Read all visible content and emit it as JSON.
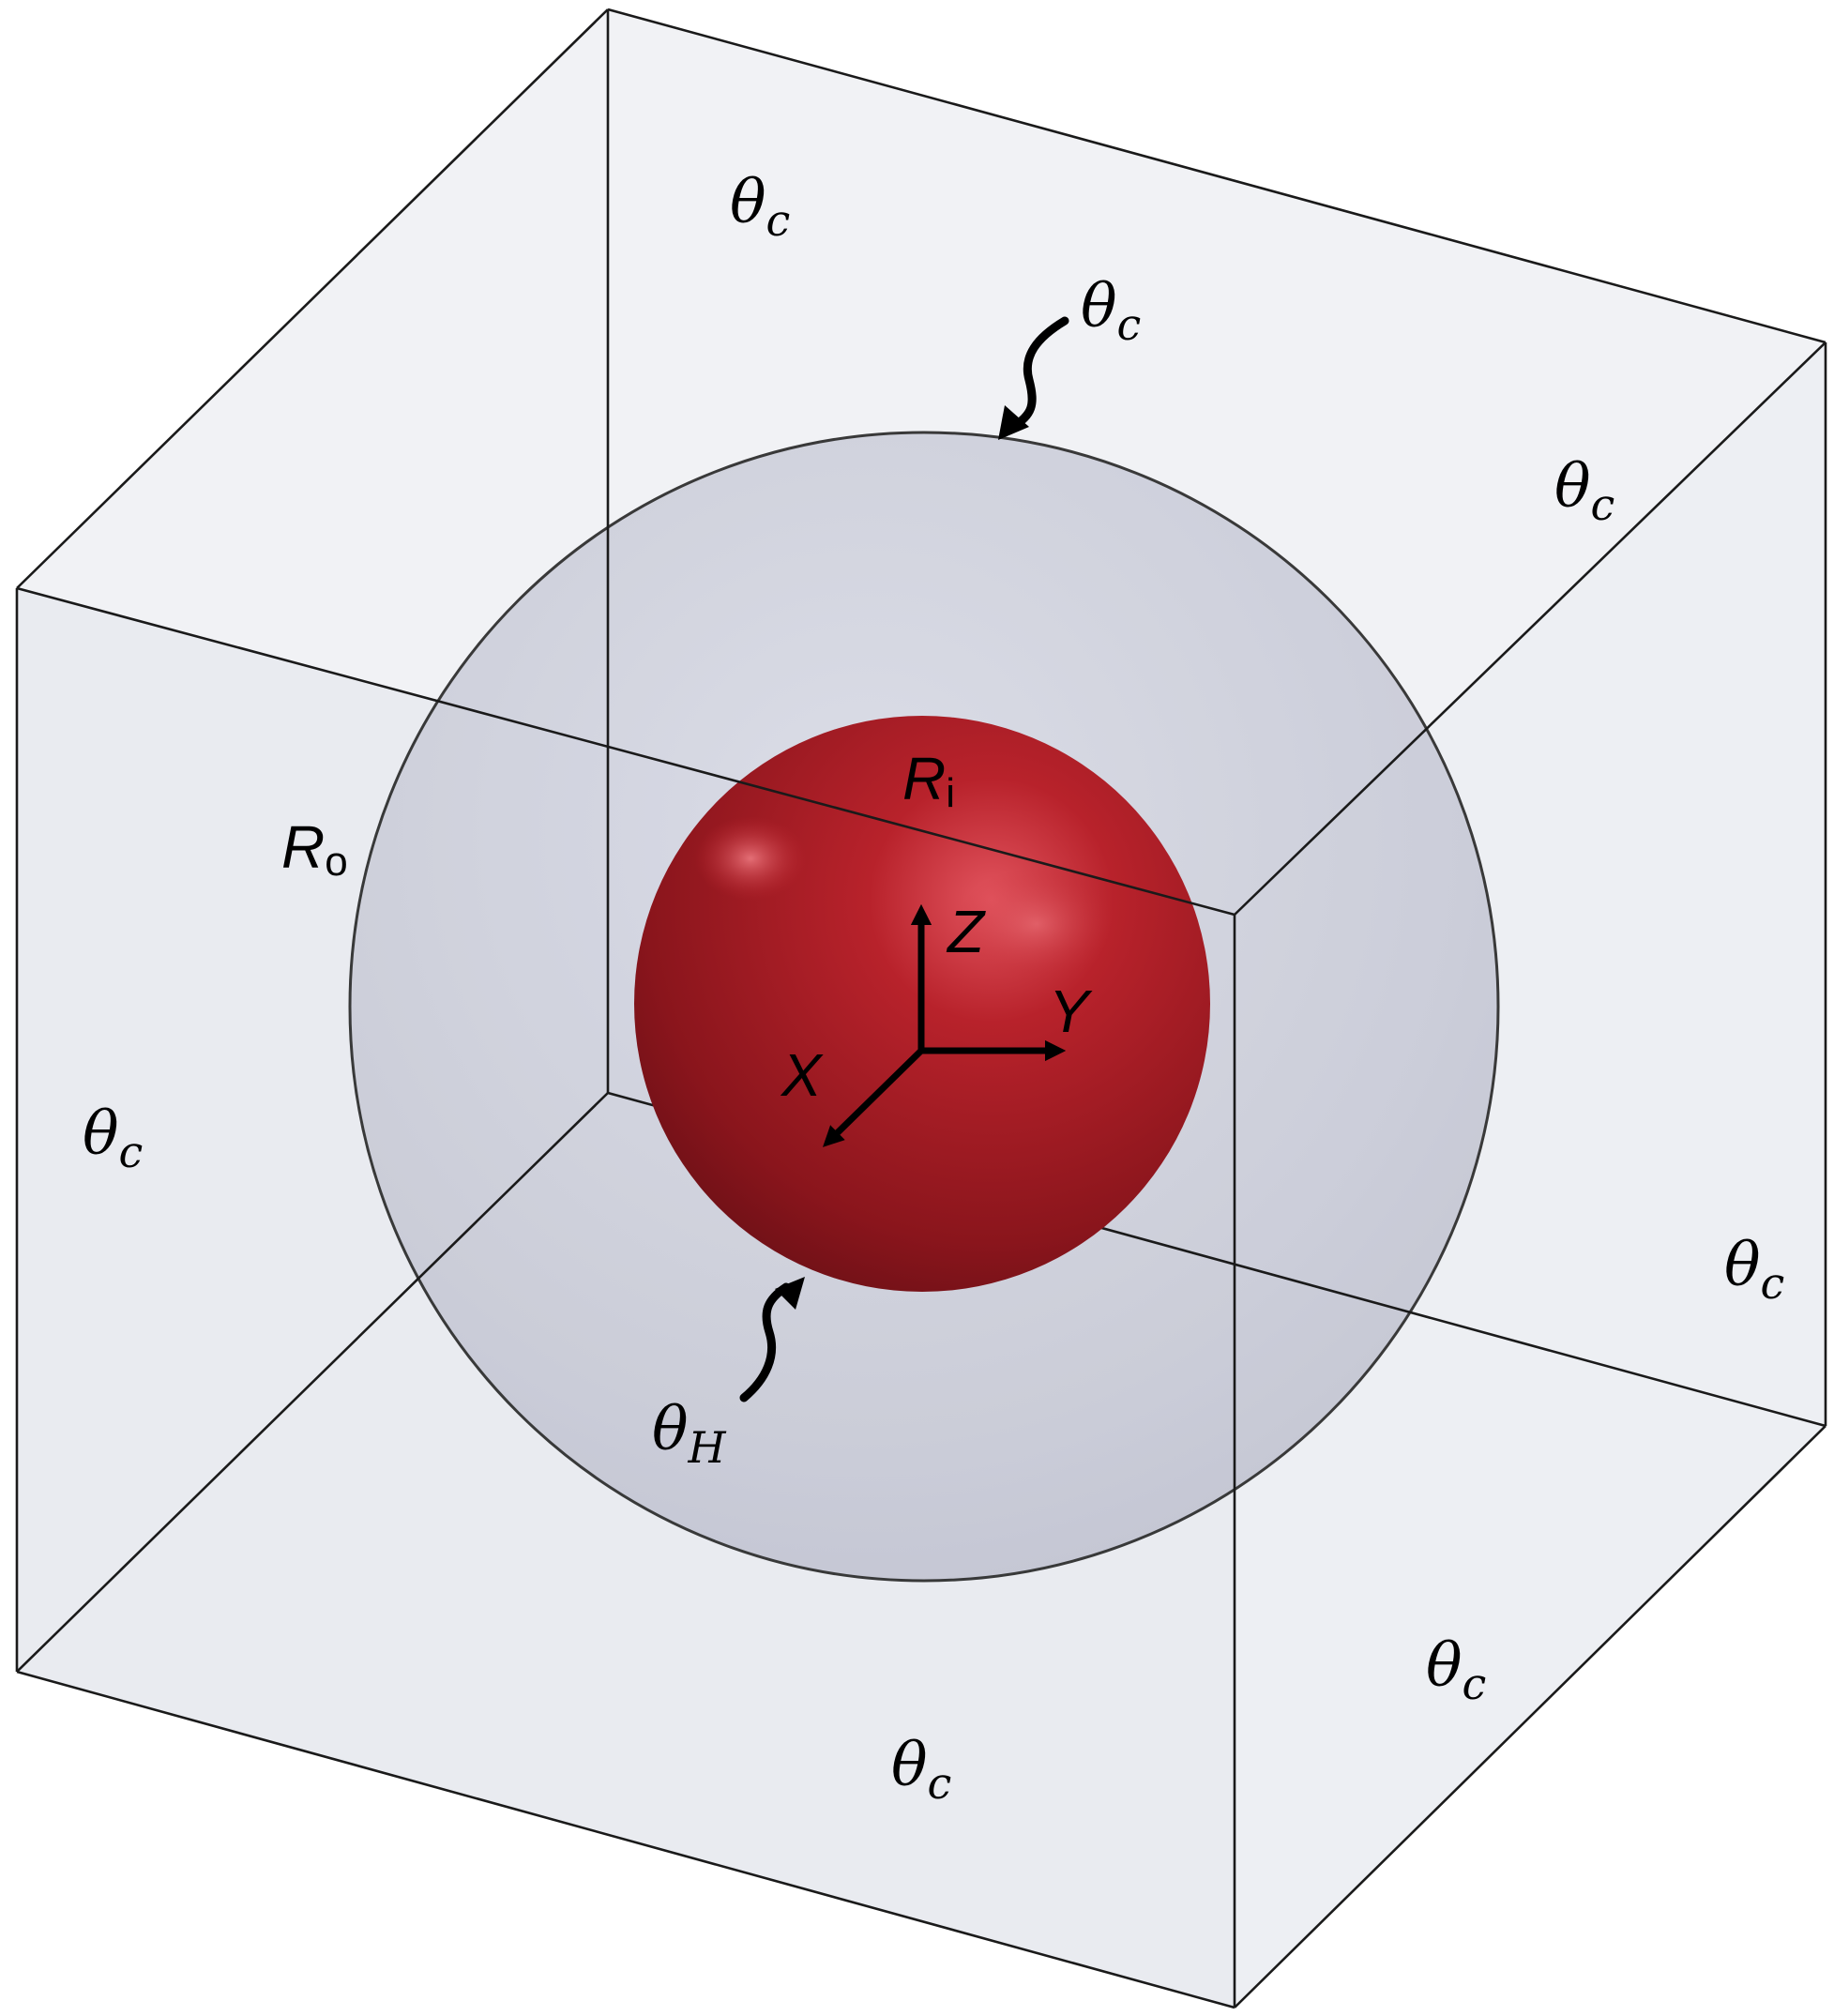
{
  "colors": {
    "box_fill": "#e6e7ec",
    "box_edge": "#1a1a1a",
    "outer_sphere": "#c9cbd8",
    "inner_sphere": "#a3171f",
    "arrow": "#000000"
  },
  "labels": {
    "theta": "θ",
    "sub_c": "c",
    "sub_H": "H",
    "R": "R",
    "sub_o": "o",
    "sub_i": "i",
    "axis_x": "X",
    "axis_y": "Y",
    "axis_z": "Z"
  }
}
